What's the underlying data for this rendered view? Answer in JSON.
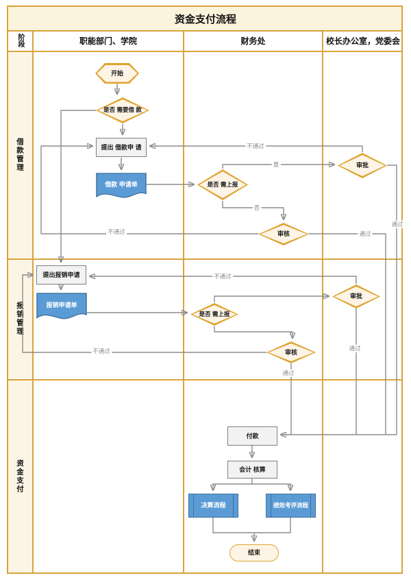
{
  "title": "资金支付流程",
  "header": {
    "stage_column": "阶段",
    "lanes": [
      "职能部门、学院",
      "财务处",
      "校长办公室，党委会"
    ]
  },
  "stages": [
    {
      "label": "借款管理"
    },
    {
      "label": "报销管理"
    },
    {
      "label": "资金支付"
    }
  ],
  "nodes": {
    "start": "开始",
    "need_loan": "是否 需要借 款",
    "submit_loan": "提出 借款申 请",
    "loan_form": "借款 申请单",
    "need_escalate1": "是否 需上报",
    "review1": "审核",
    "approve1": "审批",
    "submit_reimburse": "提出报销申请",
    "reimburse_form": "报销申请单",
    "need_escalate2": "是否 需上报",
    "review2": "审核",
    "approve2": "审批",
    "payment": "付款",
    "accounting": "会计 核算",
    "final_accounts": "决算流程",
    "performance_review": "绩效考评流程",
    "end": "结束"
  },
  "edge_labels": {
    "yes": "是",
    "no": "否",
    "pass": "通过",
    "fail": "不通过"
  },
  "colors": {
    "accent_gold": "#D9A43B",
    "shape_border_gold": "#DFA32E",
    "shape_fill_cream": "#FDF4E6",
    "doc_blue": "#5B9BD5",
    "doc_blue_border": "#41719C",
    "line_gray": "#8B8B8B"
  }
}
